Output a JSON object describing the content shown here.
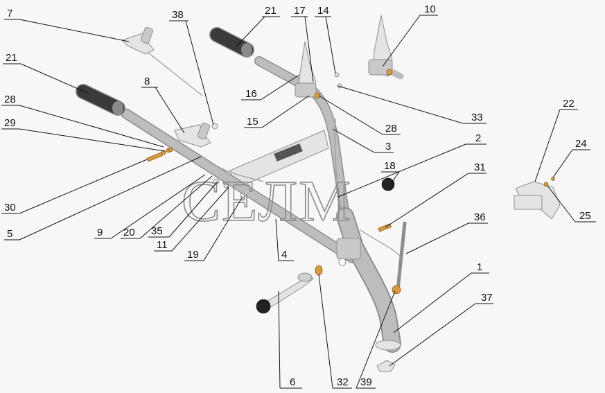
{
  "watermark": "СЕЛМ",
  "callouts": [
    {
      "id": "c7",
      "label": "7"
    },
    {
      "id": "c38",
      "label": "38"
    },
    {
      "id": "c21a",
      "label": "21"
    },
    {
      "id": "c17",
      "label": "17"
    },
    {
      "id": "c14",
      "label": "14"
    },
    {
      "id": "c10",
      "label": "10"
    },
    {
      "id": "c21b",
      "label": "21"
    },
    {
      "id": "c8",
      "label": "8"
    },
    {
      "id": "c16",
      "label": "16"
    },
    {
      "id": "c28a",
      "label": "28"
    },
    {
      "id": "c29",
      "label": "29"
    },
    {
      "id": "c15",
      "label": "15"
    },
    {
      "id": "c33",
      "label": "33"
    },
    {
      "id": "c28b",
      "label": "28"
    },
    {
      "id": "c22",
      "label": "22"
    },
    {
      "id": "c3",
      "label": "3"
    },
    {
      "id": "c2",
      "label": "2"
    },
    {
      "id": "c24",
      "label": "24"
    },
    {
      "id": "c18",
      "label": "18"
    },
    {
      "id": "c31",
      "label": "31"
    },
    {
      "id": "c30",
      "label": "30"
    },
    {
      "id": "c25",
      "label": "25"
    },
    {
      "id": "c36",
      "label": "36"
    },
    {
      "id": "c5",
      "label": "5"
    },
    {
      "id": "c9",
      "label": "9"
    },
    {
      "id": "c20",
      "label": "20"
    },
    {
      "id": "c35",
      "label": "35"
    },
    {
      "id": "c11",
      "label": "11"
    },
    {
      "id": "c19",
      "label": "19"
    },
    {
      "id": "c4",
      "label": "4"
    },
    {
      "id": "c1",
      "label": "1"
    },
    {
      "id": "c37",
      "label": "37"
    },
    {
      "id": "c6",
      "label": "6"
    },
    {
      "id": "c32",
      "label": "32"
    },
    {
      "id": "c39",
      "label": "39"
    }
  ],
  "colors": {
    "background": "#f7f7f7",
    "part_fill": "#e4e4e4",
    "part_edge": "#8d8d8d",
    "fastener_brass": "#d99a3c",
    "knob": "#222222",
    "watermark": "#8a8a8a"
  }
}
